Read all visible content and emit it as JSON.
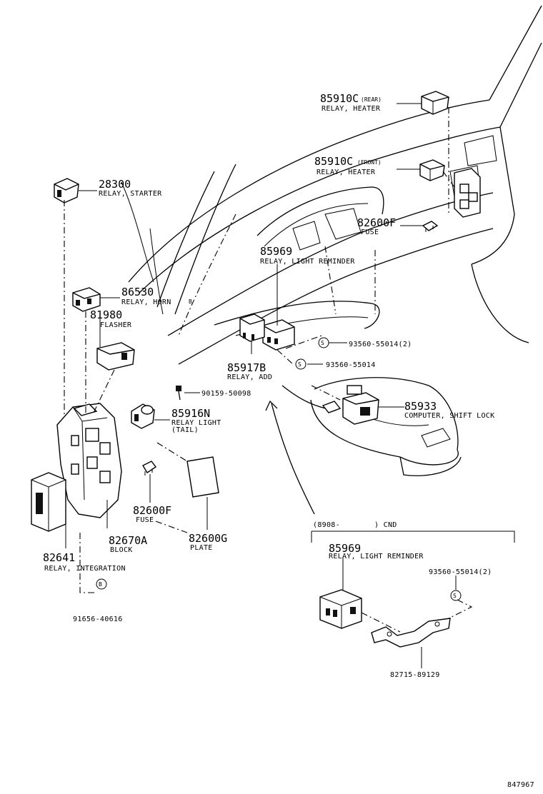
{
  "parts": [
    {
      "id": "p1",
      "number": "85910C",
      "qualifier": "(REAR)",
      "name": "RELAY, HEATER"
    },
    {
      "id": "p2",
      "number": "85910C",
      "qualifier": "(FRONT)",
      "name": "RELAY, HEATER"
    },
    {
      "id": "p3",
      "number": "28300",
      "name": "RELAY, STARTER"
    },
    {
      "id": "p4",
      "number": "82600F",
      "name": "FUSE"
    },
    {
      "id": "p5",
      "number": "85969",
      "name": "RELAY, LIGHT REMINDER"
    },
    {
      "id": "p6",
      "number": "86530",
      "name": "RELAY, HORN"
    },
    {
      "id": "p7",
      "number": "81980",
      "name": "FLASHER"
    },
    {
      "id": "p8",
      "number": "93560-55014(2)"
    },
    {
      "id": "p9",
      "number": "93560-55014"
    },
    {
      "id": "p10",
      "number": "85917B",
      "name": "RELAY, ADD"
    },
    {
      "id": "p11",
      "number": "90159-50098"
    },
    {
      "id": "p12",
      "number": "85933",
      "name": "COMPUTER, SHIFT LOCK"
    },
    {
      "id": "p13",
      "number": "85916N",
      "name": "RELAY LIGHT",
      "qualifier": "(TAIL)"
    },
    {
      "id": "p14",
      "number": "82600F",
      "name": "FUSE"
    },
    {
      "id": "p15",
      "number": "82670A",
      "name": "BLOCK"
    },
    {
      "id": "p16",
      "number": "82600G",
      "name": "PLATE"
    },
    {
      "id": "p17",
      "number": "82641",
      "name": "RELAY, INTEGRATION"
    },
    {
      "id": "p18",
      "number": "91656-40616"
    },
    {
      "id": "p19",
      "number": "85969",
      "name": "RELAY, LIGHT REMINDER"
    },
    {
      "id": "p20",
      "number": "93560-55014(2)"
    },
    {
      "id": "p21",
      "number": "82715-89129"
    }
  ],
  "inset": {
    "range_start": "(8908-",
    "range_end": ") CND"
  },
  "symbols": {
    "s_mark": "S",
    "b_mark": "B",
    "horn_mark": "B"
  },
  "diagram_code": "847967"
}
